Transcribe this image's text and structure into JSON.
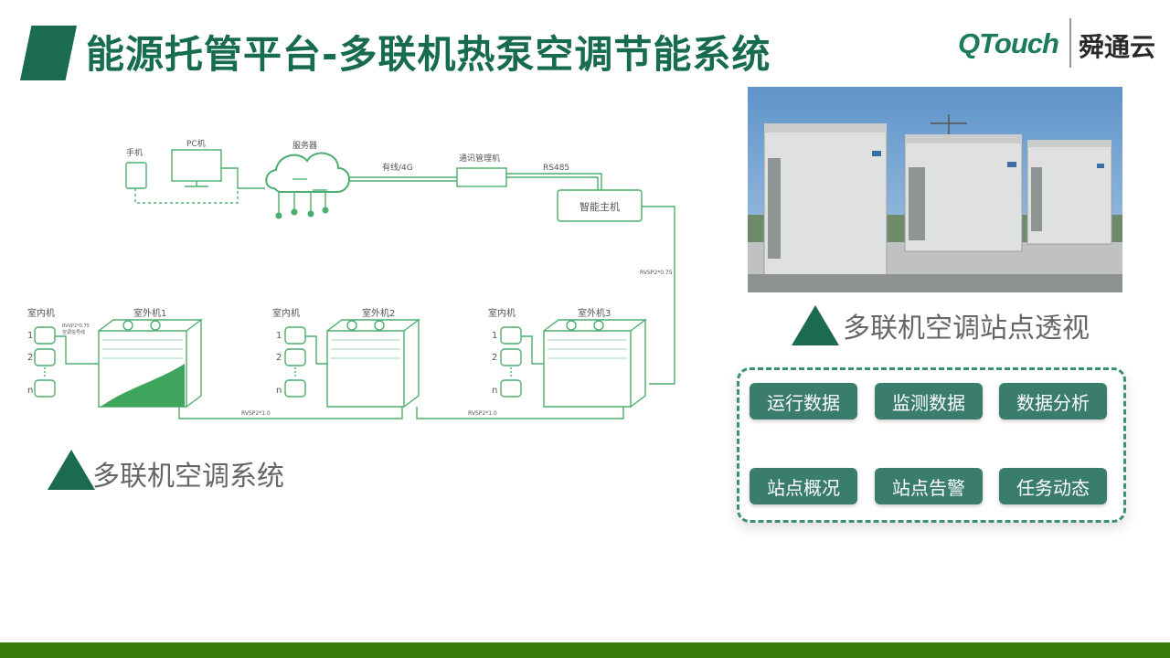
{
  "header": {
    "title": "能源托管平台-多联机热泵空调节能系统",
    "logo_brand": "QTouch",
    "logo_cn": "舜通云"
  },
  "diagram": {
    "phone": "手机",
    "pc": "PC机",
    "server": "服务器",
    "link_wired": "有线/4G",
    "comm_manager": "通讯管理机",
    "rs485": "RS485",
    "smart_host": "智能主机",
    "cable_vertical": "RVSP2*0.75",
    "cable_bottom_1": "RVSP2*1.0",
    "cable_bottom_2": "RVSP2*1.0",
    "unit_cable_label": "RVVP2*0.75",
    "unit_cable_sub": "空调信号线",
    "units": [
      {
        "indoor": "室内机",
        "outdoor": "室外机1",
        "n1": "1",
        "n2": "2",
        "n3": "n"
      },
      {
        "indoor": "室内机",
        "outdoor": "室外机2",
        "n1": "1",
        "n2": "2",
        "n3": "n"
      },
      {
        "indoor": "室内机",
        "outdoor": "室外机3",
        "n1": "1",
        "n2": "2",
        "n3": "n"
      }
    ]
  },
  "captions": {
    "system": "多联机空调系统",
    "site": "多联机空调站点透视"
  },
  "panel": {
    "buttons": [
      "运行数据",
      "监测数据",
      "数据分析",
      "站点概况",
      "站点告警",
      "任务动态"
    ]
  },
  "colors": {
    "brand_green": "#1a6b52",
    "button": "#3a7d6c",
    "diagram_line": "#4cae6e",
    "bottom_bar": "#3a7a0d"
  }
}
